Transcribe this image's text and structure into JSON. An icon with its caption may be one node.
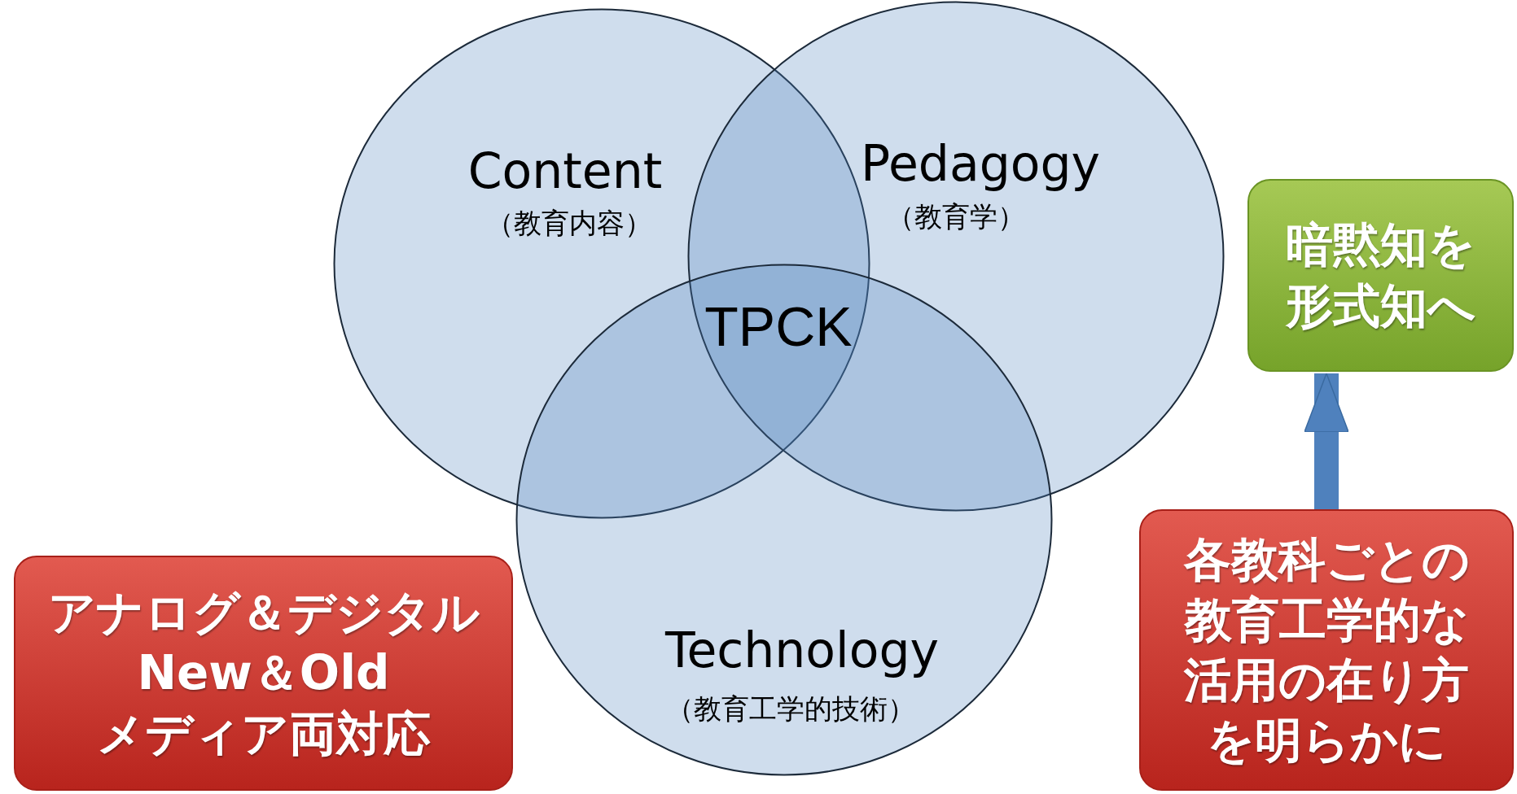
{
  "diagram": {
    "nodes": [
      {
        "text": [
          "Content",
          "（教育内容）"
        ]
      },
      {
        "text": [
          "Pedagogy",
          "（教育学）"
        ]
      },
      {
        "text": [
          "Technology",
          "（教育工学的技術）"
        ]
      },
      {
        "text": [
          "暗黙知を形式知へ"
        ]
      },
      {
        "text": [
          "各教科ごとの教育工学的な活用の在り方を明らかに"
        ]
      },
      {
        "text": [
          "アナログ＆デジタル New＆Old メディア両対応"
        ]
      }
    ],
    "edges": [
      {
        "from": 4,
        "to": 3,
        "arrow": "to"
      }
    ],
    "labels": [
      "TPCK"
    ]
  }
}
